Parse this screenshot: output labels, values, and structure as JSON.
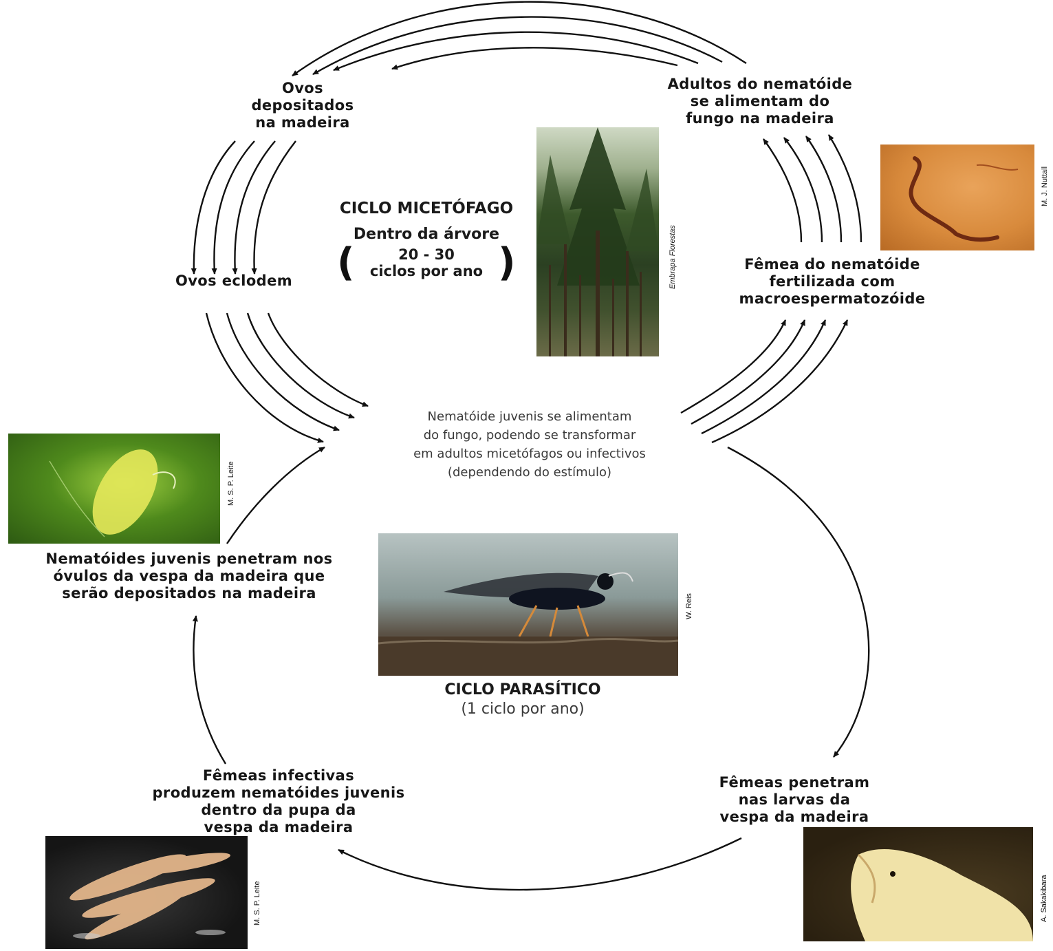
{
  "cycles": {
    "mycetophagous": {
      "title": "CICLO MICETÓFAGO",
      "subtitle": "Dentro da árvore",
      "count_value": "20 - 30",
      "count_unit": "ciclos por ano"
    },
    "parasitic": {
      "title": "CICLO PARASÍTICO",
      "subtitle": "(1 ciclo por ano)"
    }
  },
  "stages": {
    "eggs_deposited": "Ovos\ndepositados\nna madeira",
    "eggs_hatch": "Ovos eclodem",
    "adults_feed": "Adultos do nematóide\nse alimentam do\nfungo na madeira",
    "female_fertilized": "Fêmea do nematóide\nfertilizada com\nmacroespermatozóide",
    "juveniles_feed": "Nematóide juvenis se alimentam\ndo fungo, podendo se transformar\nem adultos micetófagos ou infectivos\n(dependendo do estímulo)",
    "juveniles_penetrate": "Nematóides juvenis penetram nos\nóvulos da vespa da madeira que\nserão depositados na madeira",
    "infective_females": "Fêmeas infectivas\nproduzem nematóides juvenis\ndentro da pupa da\nvespa da madeira",
    "females_penetrate": "Fêmeas penetram\nnas larvas da\nvespa da madeira"
  },
  "photo_credits": {
    "tree": "Embrapa Florestas",
    "nematode": "M. J. Nuttall",
    "egg": "M. S. P. Leite",
    "wasp": "W. Reis",
    "pupa": "M. S. P. Leite",
    "larva": "A. Sakakibara"
  }
}
